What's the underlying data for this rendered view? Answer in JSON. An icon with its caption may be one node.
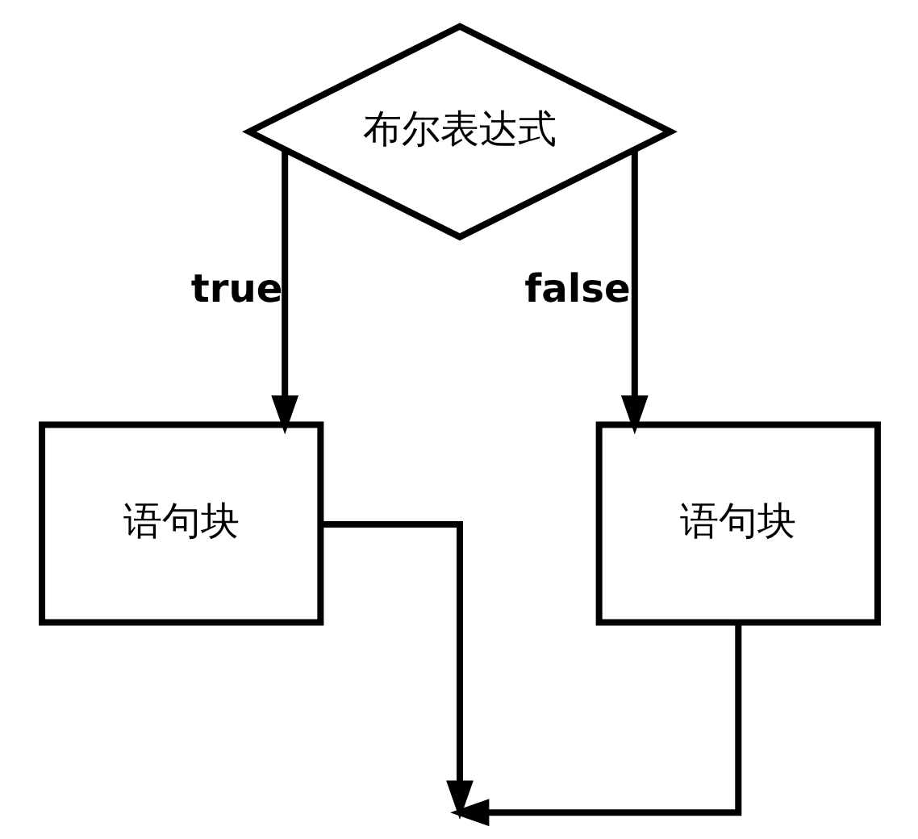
{
  "diagram": {
    "nodes": [
      {
        "text": [
          "布尔表达式"
        ]
      },
      {
        "text": [
          "语句块"
        ]
      },
      {
        "text": [
          "语句块"
        ]
      }
    ],
    "edges": [
      {
        "from": 0,
        "to": 1,
        "arrow": "to",
        "label": "true"
      },
      {
        "from": 0,
        "to": 2,
        "arrow": "to",
        "label": "false"
      },
      {
        "from": 1,
        "to": null,
        "arrow": "to"
      },
      {
        "from": 2,
        "to": null,
        "arrow": "to"
      }
    ]
  }
}
